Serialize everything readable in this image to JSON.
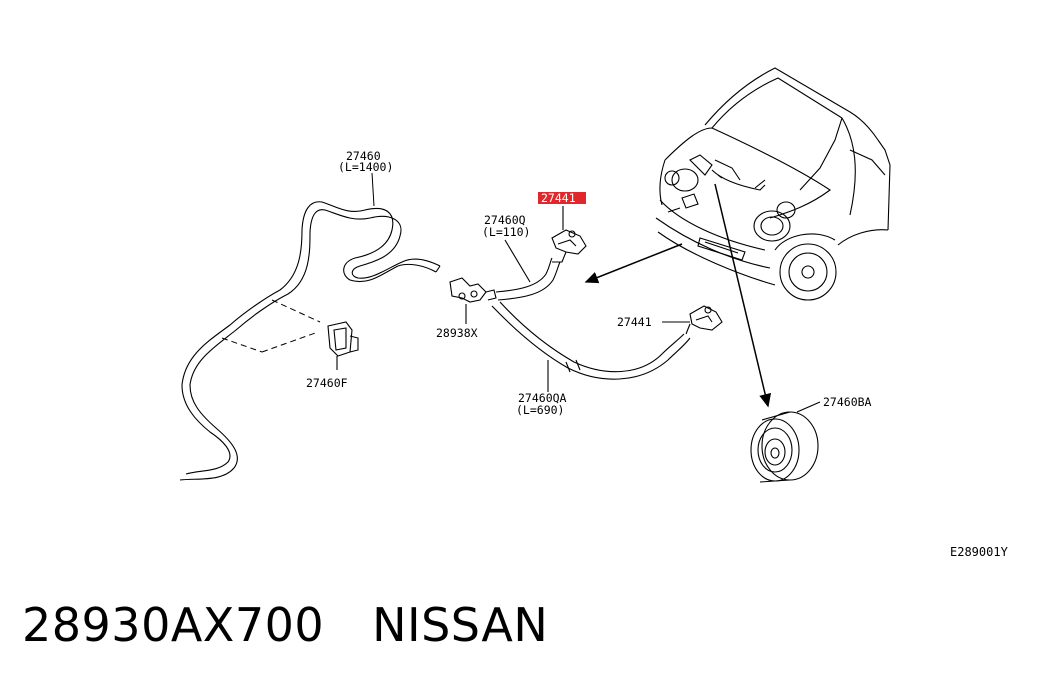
{
  "labels": {
    "hose_main": "27460",
    "hose_main_len": "(L=1400)",
    "hose_q": "27460Q",
    "hose_q_len": "(L=110)",
    "nozzle_highlight": "27441",
    "connector": "28938X",
    "clip": "27460F",
    "nozzle": "27441",
    "hose_qa": "27460QA",
    "hose_qa_len": "(L=690)",
    "damper": "27460BA"
  },
  "diagram_code": "E289001Y",
  "footer": {
    "part_number": "28930AX700",
    "brand": "NISSAN"
  },
  "colors": {
    "highlight": "#e0282c",
    "ink": "#000000"
  }
}
